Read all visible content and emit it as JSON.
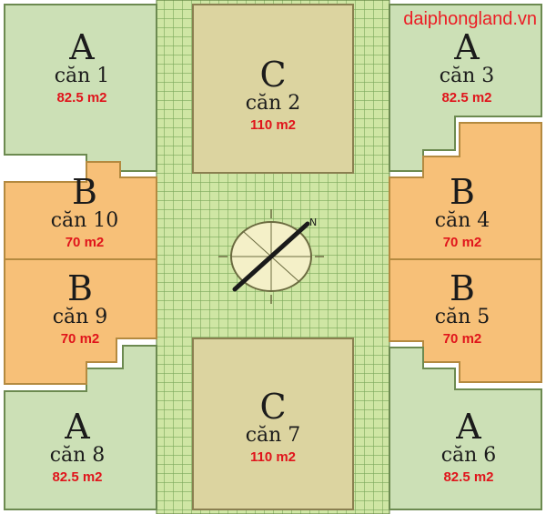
{
  "watermark": "daiphongland.vn",
  "colors": {
    "type_a": "#cce0b6",
    "type_b": "#f7c078",
    "type_c": "#dcd4a0",
    "corridor": "#cfe6a4",
    "corridor_grid": "#7aa85a",
    "outline": "#5a7a3a",
    "area_text": "#e0141b"
  },
  "units": [
    {
      "id": "1",
      "letter": "A",
      "name": "căn 1",
      "area": "82.5 m2"
    },
    {
      "id": "2",
      "letter": "C",
      "name": "căn 2",
      "area": "110 m2"
    },
    {
      "id": "3",
      "letter": "A",
      "name": "căn 3",
      "area": "82.5 m2"
    },
    {
      "id": "4",
      "letter": "B",
      "name": "căn 4",
      "area": "70 m2"
    },
    {
      "id": "5",
      "letter": "B",
      "name": "căn 5",
      "area": "70 m2"
    },
    {
      "id": "6",
      "letter": "A",
      "name": "căn 6",
      "area": "82.5 m2"
    },
    {
      "id": "7",
      "letter": "C",
      "name": "căn 7",
      "area": "110 m2"
    },
    {
      "id": "8",
      "letter": "A",
      "name": "căn 8",
      "area": "82.5 m2"
    },
    {
      "id": "9",
      "letter": "B",
      "name": "căn 9",
      "area": "70 m2"
    },
    {
      "id": "10",
      "letter": "B",
      "name": "căn 10",
      "area": "70 m2"
    }
  ],
  "compass": {
    "north_label": "N"
  }
}
